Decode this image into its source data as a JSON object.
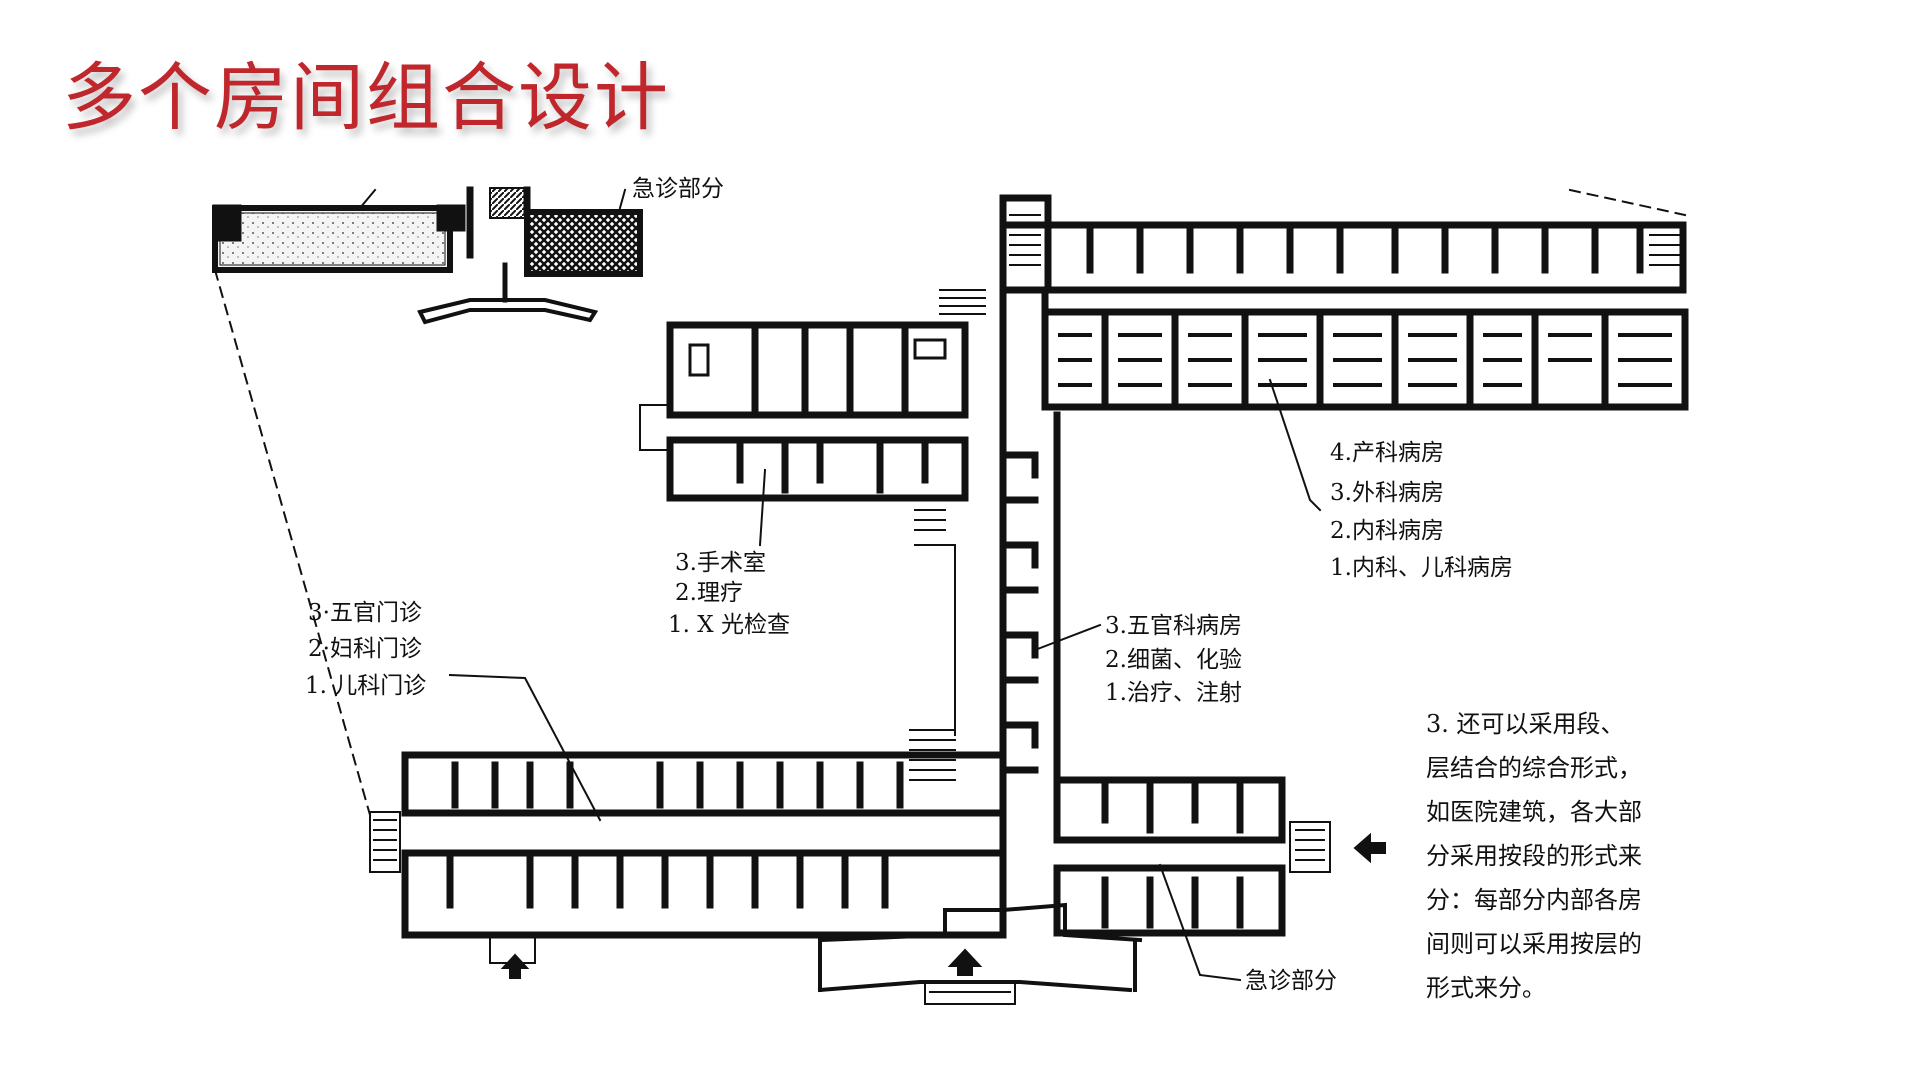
{
  "title": "多个房间组合设计",
  "labels": {
    "wards": [
      "4.产科病房",
      "3.外科病房",
      "2.内科病房",
      "1.内科、儿科病房"
    ],
    "surgery": [
      "3.手术室",
      "2.理疗",
      "1. X 光检查"
    ],
    "outpatient": [
      "3·五官门诊",
      "2·妇科门诊",
      "1. 儿科门诊"
    ],
    "treatment": [
      "3.五官科病房",
      "2.细菌、化验",
      "1.治疗、注射"
    ],
    "emergency": "急诊部分",
    "emergency_top": "急诊部分"
  },
  "note_lines": [
    "3. 还可以采用段、",
    "层结合的综合形式，",
    "如医院建筑，各大部",
    "分采用按段的形式来",
    "分：每部分内部各房",
    "间则可以采用按层的",
    "形式来分。"
  ],
  "colors": {
    "title": "#c0272d",
    "ink": "#111111"
  }
}
